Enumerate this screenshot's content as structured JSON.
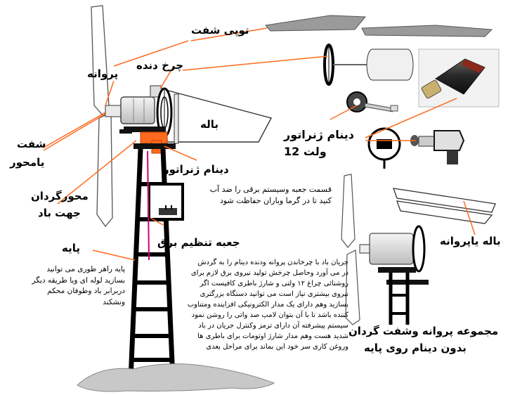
{
  "labels": {
    "nose_cone": "توپی شفت",
    "propeller": "پروانه",
    "gear_wheel": "چرخ دنده",
    "tail": "باله",
    "shaft_line1": "شفت",
    "shaft_line2": "یامحور",
    "generator_dynamo": "دینام ژنراتور",
    "generator_12v_line1": "دینام ژنراتور",
    "generator_12v_line2": "ولت 12",
    "yaw_line1": "محورگردان",
    "yaw_line2": "جهت باد",
    "tower": "پایه",
    "regulator_box": "جعبه تنظیم برق",
    "blade_propeller": "باله یاپروانه",
    "assembly_line1": "مجموعه پروانه وشفت گردان",
    "assembly_line2": "بدون دینام روی پایه"
  },
  "notes": {
    "box_protection": "قسمت جعبه وسیستم برقی را ضد آب\nکنید تا در گرما وباران حفاظت شود",
    "tower_note": "پایه راهر طوری می توانید\nبسازید لوله ای  ویا طریقه دیگر\nدربرابر باد وطوفان محکم\nونشکند",
    "main_text": "جریان باد با چرخاندن پروانه ودنده دینام را به گردش\nدر می آورد وحاصل چرخش تولید نیروی برق لازم برای\nروشنائی چراغ ۱۲ ولتی و شارژ باطری کافیست اگر\nنیروی بیشتری نیاز است می توانید دستگاه بزرگتری\nبسازید وهم دارای یک مدار الکترونیکی افزاینده ومتناوب\nکننده باشد تا با آن بتوان لامپ صد واتی را روشن نمود\nسیستم پیشرفته آن دارای ترمز وکنترل جریان در باد\nشدید هست وهم مدار شارژ اوتومات برای باطری ها\nوروغن کاری سر خود این بماند برای مراحل بعدی"
  },
  "colors": {
    "leader_line": "#ff6a1f",
    "generator_housing": "#ff6a1f",
    "magenta_wire": "#cc0077",
    "grey_part": "#9a9a9a",
    "tower": "#000000"
  }
}
